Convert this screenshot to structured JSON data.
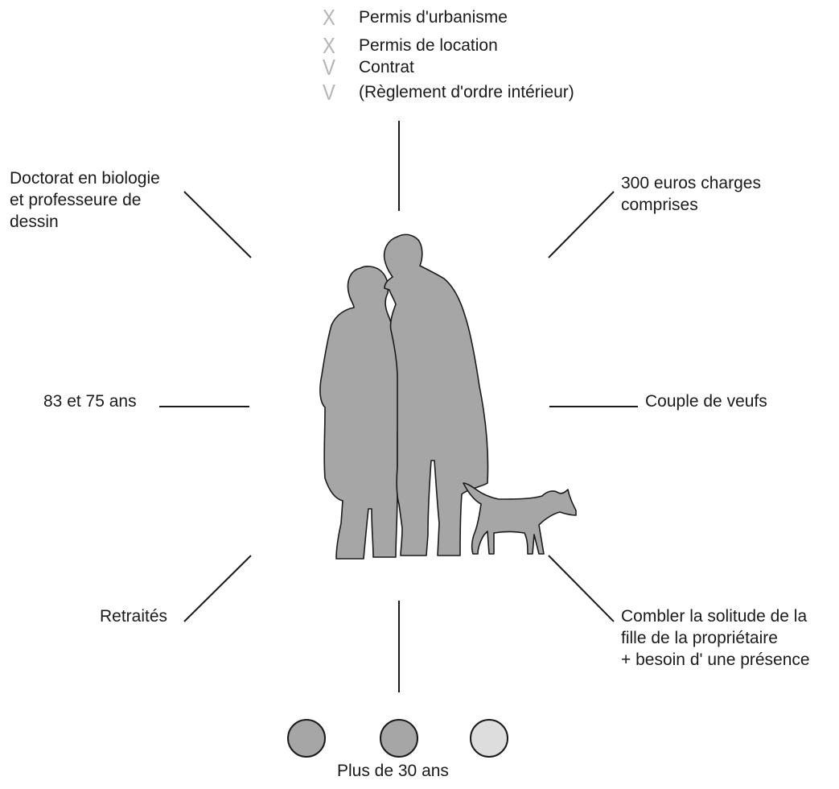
{
  "requirements": [
    {
      "mark": "X",
      "label": "Permis d'urbanisme"
    },
    {
      "mark": "X",
      "label": "Permis de location"
    },
    {
      "mark": "V",
      "label": "Contrat"
    },
    {
      "mark": "V",
      "label": "(Règlement d'ordre intérieur)"
    }
  ],
  "labels": {
    "education": [
      "Doctorat en biologie",
      "et professeure de",
      "dessin"
    ],
    "rent": [
      "300 euros charges",
      "comprises"
    ],
    "ages": "83 et 75 ans",
    "status": "Couple de veufs",
    "occupation": "Retraités",
    "motivation": [
      "Combler la solitude de la",
      "fille de la propriétaire",
      "+ besoin d' une présence"
    ],
    "duration": "Plus de 30 ans"
  },
  "duration_indicator": {
    "filled": 2,
    "total": 3,
    "filled_color": "#a6a6a6",
    "empty_color": "#dddddd"
  },
  "colors": {
    "silhouette": "#a6a6a6",
    "line": "#1a1a1a",
    "mark": "#b5b5b5"
  }
}
